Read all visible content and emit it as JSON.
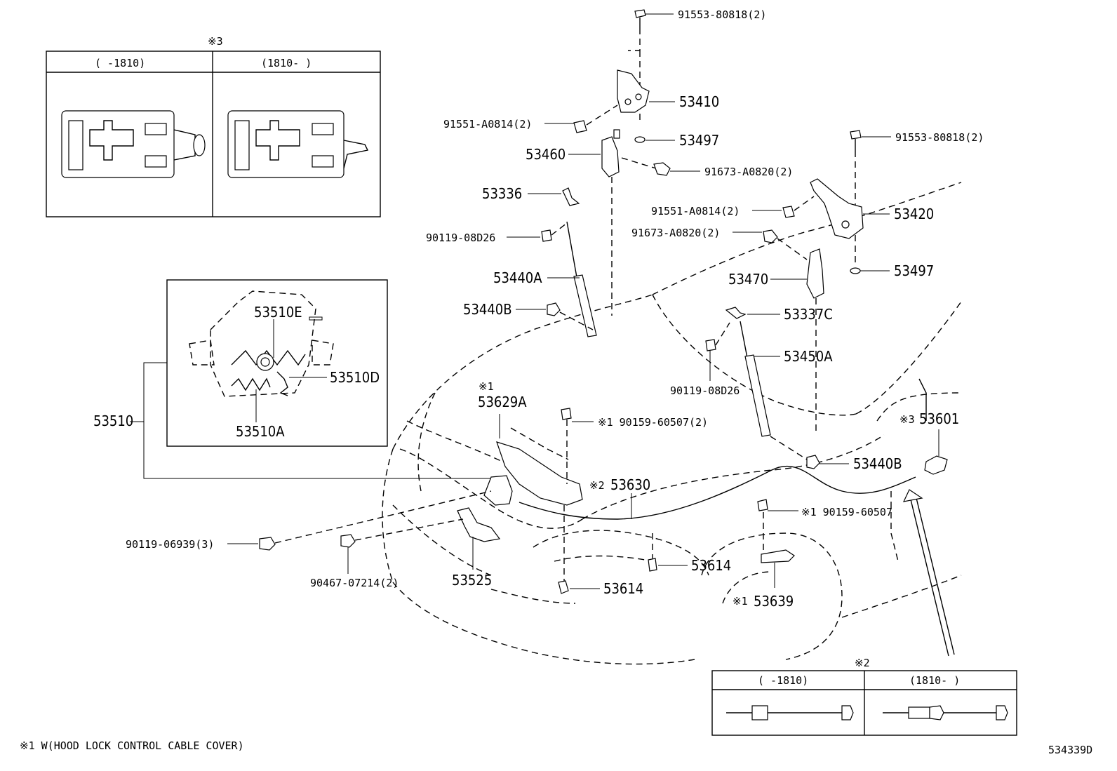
{
  "diagram_id": "534339D",
  "footnote": "※1 W(HOOD LOCK CONTROL CABLE COVER)",
  "inset_cover": {
    "ref_mark": "※3",
    "col_left": "(     -1810)",
    "col_right": "(1810-     )"
  },
  "inset_cable": {
    "ref_mark": "※2",
    "col_left": "(     -1810)",
    "col_right": "(1810-     )"
  },
  "inset_lock": {
    "labels": {
      "e": "53510E",
      "d": "53510D",
      "a": "53510A"
    }
  },
  "callouts": {
    "p53510": "53510",
    "p91553_top": "91553-80818(2)",
    "p53410": "53410",
    "p91551_left": "91551-A0814(2)",
    "p53497_left": "53497",
    "p53460": "53460",
    "p91673_top": "91673-A0820(2)",
    "p53336": "53336",
    "p90119_left": "90119-08D26",
    "p53440A": "53440A",
    "p53440B_left": "53440B",
    "p91553_right": "91553-80818(2)",
    "p91551_right": "91551-A0814(2)",
    "p53420": "53420",
    "p91673_mid": "91673-A0820(2)",
    "p53497_right": "53497",
    "p53470": "53470",
    "p53337C": "53337C",
    "p53450A": "53450A",
    "p90119_right": "90119-08D26",
    "p53629A_mark": "※1",
    "p53629A": "53629A",
    "p90159_top": "※1 90159-60507(2)",
    "p53601_mark": "※3",
    "p53601": "53601",
    "p53440B_right": "53440B",
    "p53630_mark": "※2",
    "p53630": "53630",
    "p90159_mid": "※1 90159-60507",
    "p90119_06939": "90119-06939(3)",
    "p90467": "90467-07214(2)",
    "p53525": "53525",
    "p53614_mid": "53614",
    "p53614_low": "53614",
    "p53639_mark": "※1",
    "p53639": "53639"
  }
}
